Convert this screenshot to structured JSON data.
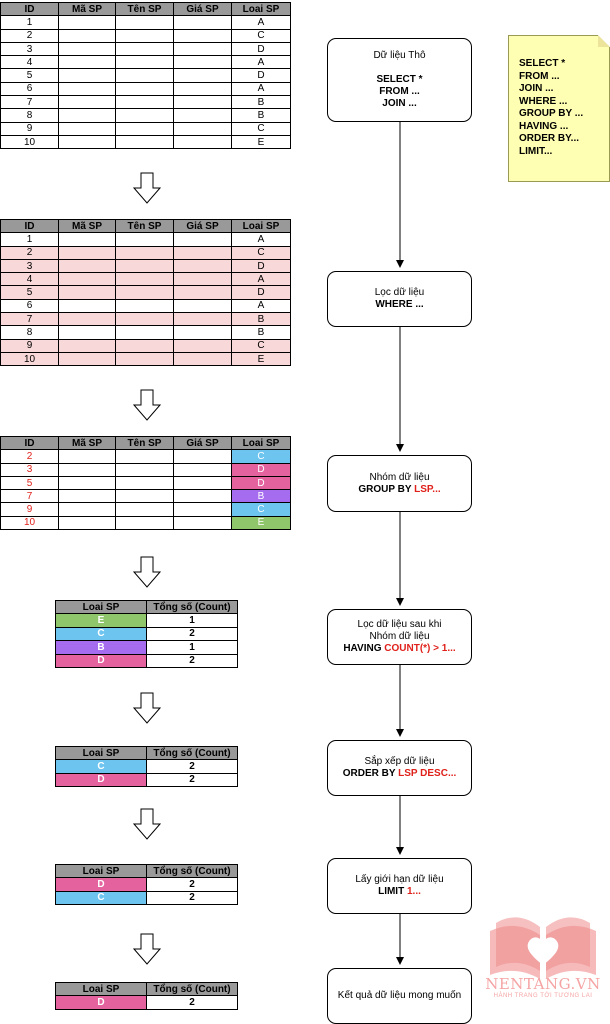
{
  "headers": [
    "ID",
    "Mã SP",
    "Tên SP",
    "Giá SP",
    "Loai SP"
  ],
  "raw_rows": [
    [
      "1",
      "A"
    ],
    [
      "2",
      "C"
    ],
    [
      "3",
      "D"
    ],
    [
      "4",
      "A"
    ],
    [
      "5",
      "D"
    ],
    [
      "6",
      "A"
    ],
    [
      "7",
      "B"
    ],
    [
      "8",
      "B"
    ],
    [
      "9",
      "C"
    ],
    [
      "10",
      "E"
    ]
  ],
  "filter_rows": [
    [
      "1",
      "A"
    ],
    [
      "2",
      "C"
    ],
    [
      "3",
      "D"
    ],
    [
      "4",
      "A"
    ],
    [
      "5",
      "D"
    ],
    [
      "6",
      "A"
    ],
    [
      "7",
      "B"
    ],
    [
      "8",
      "B"
    ],
    [
      "9",
      "C"
    ],
    [
      "10",
      "E"
    ]
  ],
  "group_rows": [
    [
      "2",
      "C"
    ],
    [
      "3",
      "D"
    ],
    [
      "5",
      "D"
    ],
    [
      "7",
      "B"
    ],
    [
      "9",
      "C"
    ],
    [
      "10",
      "E"
    ]
  ],
  "count_headers": [
    "Loai SP",
    "Tổng số (Count)"
  ],
  "count_tables": [
    [
      [
        "E",
        "1"
      ],
      [
        "C",
        "2"
      ],
      [
        "B",
        "1"
      ],
      [
        "D",
        "2"
      ]
    ],
    [
      [
        "C",
        "2"
      ],
      [
        "D",
        "2"
      ]
    ],
    [
      [
        "D",
        "2"
      ],
      [
        "C",
        "2"
      ]
    ],
    [
      [
        "D",
        "2"
      ]
    ]
  ],
  "colors": {
    "A": "",
    "B": "#a56cf0",
    "C": "#6cc4ef",
    "D": "#e4639f",
    "E": "#8fc66b",
    "header": "#999999",
    "pink": "#f8d8d8",
    "red": "#e0201a"
  },
  "flow": {
    "raw": {
      "line1": "Dữ liệu Thô",
      "line2": "SELECT *",
      "line3": "FROM ...",
      "line4": "JOIN ..."
    },
    "where": {
      "line1": "Lọc dữ liệu",
      "line2": "WHERE ..."
    },
    "group": {
      "line1": "Nhóm dữ liệu",
      "kw": "GROUP BY ",
      "red": "LSP..."
    },
    "having": {
      "line1": "Lọc dữ liệu sau khi",
      "line2": "Nhóm dữ liệu",
      "kw": "HAVING ",
      "red": "COUNT(*) > 1..."
    },
    "order": {
      "line1": "Sắp xếp dữ liệu",
      "kw": "ORDER BY ",
      "red": "LSP DESC..."
    },
    "limit": {
      "line1": "Lấy giới hạn dữ liệu",
      "kw": "LIMIT ",
      "red": "1..."
    },
    "result": {
      "line1": "Kết quả dữ liệu mong muốn"
    }
  },
  "note_lines": [
    "SELECT *",
    "FROM ...",
    "JOIN ...",
    "WHERE ...",
    "GROUP BY ...",
    "HAVING ...",
    "ORDER BY...",
    "LIMIT..."
  ],
  "logo": {
    "brand": "NENTANG.VN",
    "tagline": "HÀNH TRANG TỚI TƯƠNG LAI"
  }
}
